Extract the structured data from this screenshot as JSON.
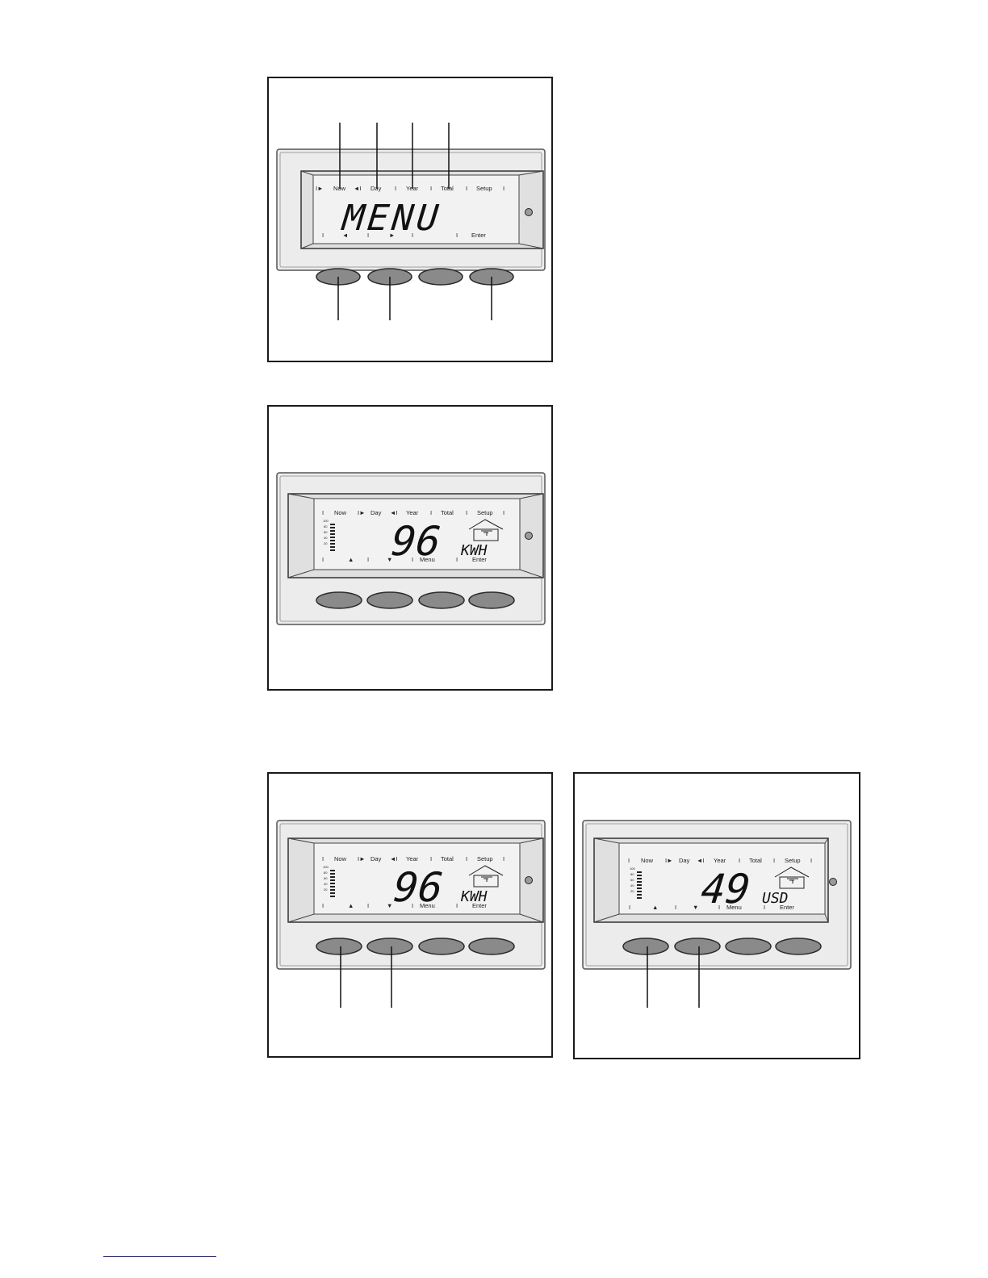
{
  "figures": [
    {
      "id": "fig-menu",
      "top_labels": [
        "Now",
        "Day",
        "Year",
        "Total",
        "Setup"
      ],
      "bottom_labels": [
        "◄",
        "►",
        "",
        "Enter"
      ],
      "main_text": "MENU",
      "unit_text": "",
      "show_level_bar": false,
      "show_house_icon": false
    },
    {
      "id": "fig-energy",
      "top_labels": [
        "Now",
        "Day",
        "Year",
        "Total",
        "Setup"
      ],
      "bottom_labels": [
        "▲",
        "▼",
        "Menu",
        "Enter"
      ],
      "main_text": "96",
      "unit_text": "KWH",
      "show_level_bar": true,
      "show_house_icon": true
    },
    {
      "id": "fig-energy-2",
      "top_labels": [
        "Now",
        "Day",
        "Year",
        "Total",
        "Setup"
      ],
      "bottom_labels": [
        "▲",
        "▼",
        "Menu",
        "Enter"
      ],
      "main_text": "96",
      "unit_text": "KWH",
      "show_level_bar": true,
      "show_house_icon": true
    },
    {
      "id": "fig-yield",
      "top_labels": [
        "Now",
        "Day",
        "Year",
        "Total",
        "Setup"
      ],
      "bottom_labels": [
        "▲",
        "▼",
        "Menu",
        "Enter"
      ],
      "main_text": "49",
      "unit_text": "USD",
      "show_level_bar": true,
      "show_house_icon": true
    }
  ],
  "level_bar_ticks": [
    "100",
    "80",
    "60",
    "40",
    "20"
  ],
  "colors": {
    "panel": "#ececec",
    "panel_border": "#555555",
    "lcd_bg": "#f2f2f2",
    "button": "#8a8a8a",
    "button_edge": "#2a2a2a",
    "led": "#9a9a9a"
  }
}
